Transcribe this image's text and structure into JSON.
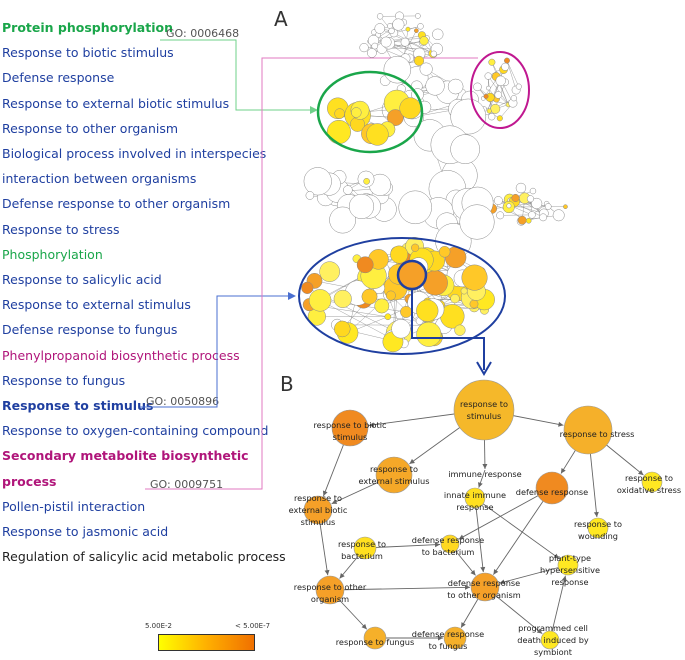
{
  "terms": [
    {
      "label": "Protein phosphorylation",
      "color": "#1aa64a",
      "bold": true
    },
    {
      "label": "Response to biotic stimulus",
      "color": "#1f3fa0",
      "bold": false
    },
    {
      "label": "Defense response",
      "color": "#1f3fa0",
      "bold": false
    },
    {
      "label": "Response to external biotic stimulus",
      "color": "#1f3fa0",
      "bold": false
    },
    {
      "label": "Response to other organism",
      "color": "#1f3fa0",
      "bold": false
    },
    {
      "label": "Biological process involved in interspecies",
      "color": "#1f3fa0",
      "bold": false
    },
    {
      "label": "interaction between organisms",
      "color": "#1f3fa0",
      "bold": false
    },
    {
      "label": "Defense response to other organism",
      "color": "#1f3fa0",
      "bold": false
    },
    {
      "label": "Response to stress",
      "color": "#1f3fa0",
      "bold": false
    },
    {
      "label": "Phosphorylation",
      "color": "#1aa64a",
      "bold": false
    },
    {
      "label": "Response to salicylic acid",
      "color": "#1f3fa0",
      "bold": false
    },
    {
      "label": "Response to external stimulus",
      "color": "#1f3fa0",
      "bold": false
    },
    {
      "label": "Defense response to fungus",
      "color": "#1f3fa0",
      "bold": false
    },
    {
      "label": "Phenylpropanoid biosynthetic process",
      "color": "#b0157a",
      "bold": false
    },
    {
      "label": "Response to fungus",
      "color": "#1f3fa0",
      "bold": false
    },
    {
      "label": "Response to stimulus",
      "color": "#1f3fa0",
      "bold": true
    },
    {
      "label": "Response to oxygen-containing compound",
      "color": "#1f3fa0",
      "bold": false
    },
    {
      "label": "Secondary metabolite biosynthetic",
      "color": "#b0157a",
      "bold": true
    },
    {
      "label": "process",
      "color": "#b0157a",
      "bold": true
    },
    {
      "label": "Pollen-pistil interaction",
      "color": "#1f3fa0",
      "bold": false
    },
    {
      "label": "Response to jasmonic acid",
      "color": "#1f3fa0",
      "bold": false
    },
    {
      "label": "Regulation of salicylic acid metabolic process",
      "color": "#222222",
      "bold": false
    }
  ],
  "go_labels": {
    "phosphorylation": "GO: 0006468",
    "stimulus": "GO: 0050896",
    "secondary": "GO: 0009751"
  },
  "panels": {
    "a": "A",
    "b": "B"
  },
  "legend": {
    "low": "5.00E-2",
    "high": "< 5.00E-7",
    "color_low": "#ffff00",
    "color_high": "#f07000"
  },
  "network_b": {
    "nodes": [
      {
        "id": "stimulus",
        "label": "response to stimulus",
        "color": "#f5b82a"
      },
      {
        "id": "biotic",
        "label": "response to biotic stimulus",
        "color": "#f08a20"
      },
      {
        "id": "stress",
        "label": "response to stress",
        "color": "#f5b02a"
      },
      {
        "id": "external",
        "label": "response to external stimulus",
        "color": "#f5a828"
      },
      {
        "id": "immune",
        "label": "immune response",
        "color": "#ffffff"
      },
      {
        "id": "innate",
        "label": "innate immune response",
        "color": "#ffe020"
      },
      {
        "id": "defense",
        "label": "defense response",
        "color": "#f08a20"
      },
      {
        "id": "oxidative",
        "label": "response to oxidative stress",
        "color": "#ffe822"
      },
      {
        "id": "extbiotic",
        "label": "response to external biotic stimulus",
        "color": "#f5a028"
      },
      {
        "id": "wounding",
        "label": "response to wounding",
        "color": "#ffe822"
      },
      {
        "id": "bacterium",
        "label": "response to bacterium",
        "color": "#ffe020"
      },
      {
        "id": "defbacterium",
        "label": "defense response to bacterium",
        "color": "#ffd820"
      },
      {
        "id": "hypersensitive",
        "label": "plant-type hypersensitive response",
        "color": "#ffe822"
      },
      {
        "id": "otherorg",
        "label": "response to other organism",
        "color": "#f5a028"
      },
      {
        "id": "defother",
        "label": "defense response to other organism",
        "color": "#f5a028"
      },
      {
        "id": "fungus",
        "label": "response to fungus",
        "color": "#f5b02a"
      },
      {
        "id": "deffungus",
        "label": "defense response to fungus",
        "color": "#f5b02a"
      },
      {
        "id": "pcd",
        "label": "programmed cell death induced by symbiont",
        "color": "#ffe822"
      }
    ]
  }
}
